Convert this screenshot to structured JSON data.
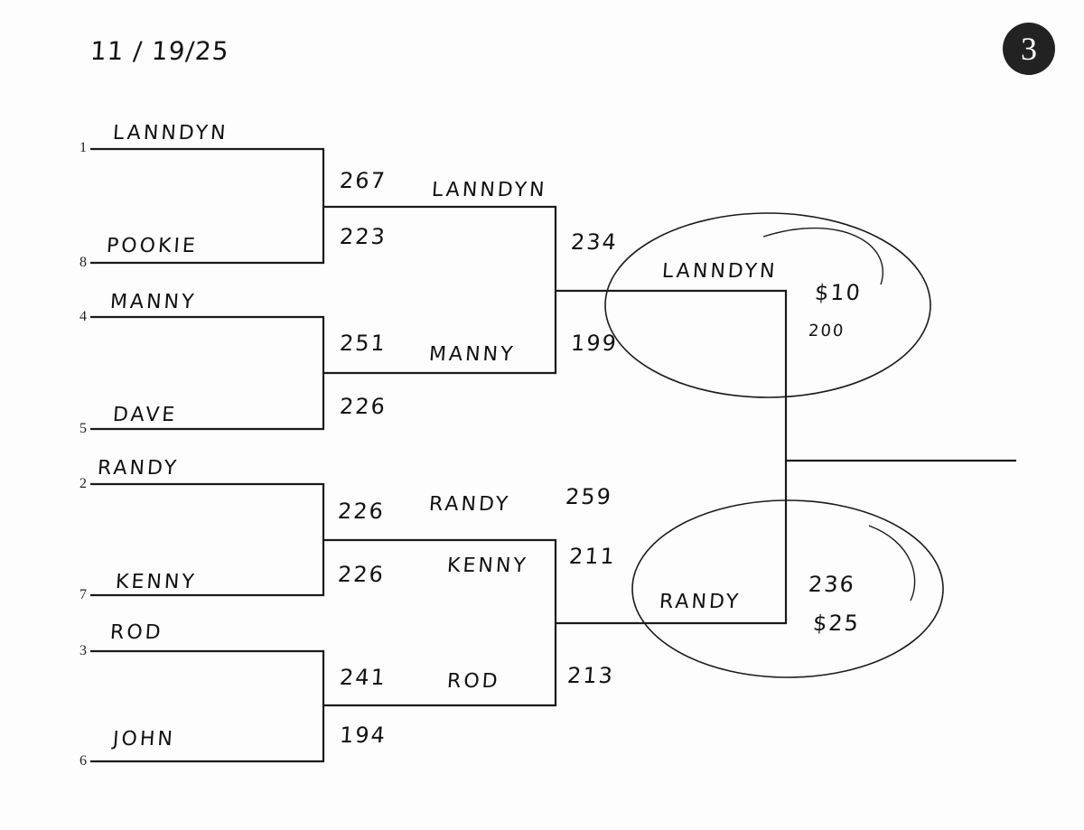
{
  "date": "11 / 19/25",
  "page_number": "3",
  "seeds": [
    "1",
    "8",
    "4",
    "5",
    "2",
    "7",
    "3",
    "6"
  ],
  "round1": {
    "players": [
      "LANNDYN",
      "POOKIE",
      "MANNY",
      "DAVE",
      "RANDY",
      "KENNY",
      "ROD",
      "JOHN"
    ],
    "scores": [
      "267",
      "223",
      "251",
      "226",
      "226",
      "226",
      "241",
      "194"
    ]
  },
  "round2": {
    "players": [
      "LANNDYN",
      "MANNY",
      "RANDY",
      "KENNY",
      "ROD"
    ],
    "scores": [
      "234",
      "199",
      "259",
      "211",
      "213"
    ]
  },
  "round3": {
    "players": [
      "LANNDYN",
      "RANDY"
    ],
    "top_prize": "$10",
    "top_score": "200",
    "bottom_score": "236",
    "bottom_prize": "$25"
  }
}
